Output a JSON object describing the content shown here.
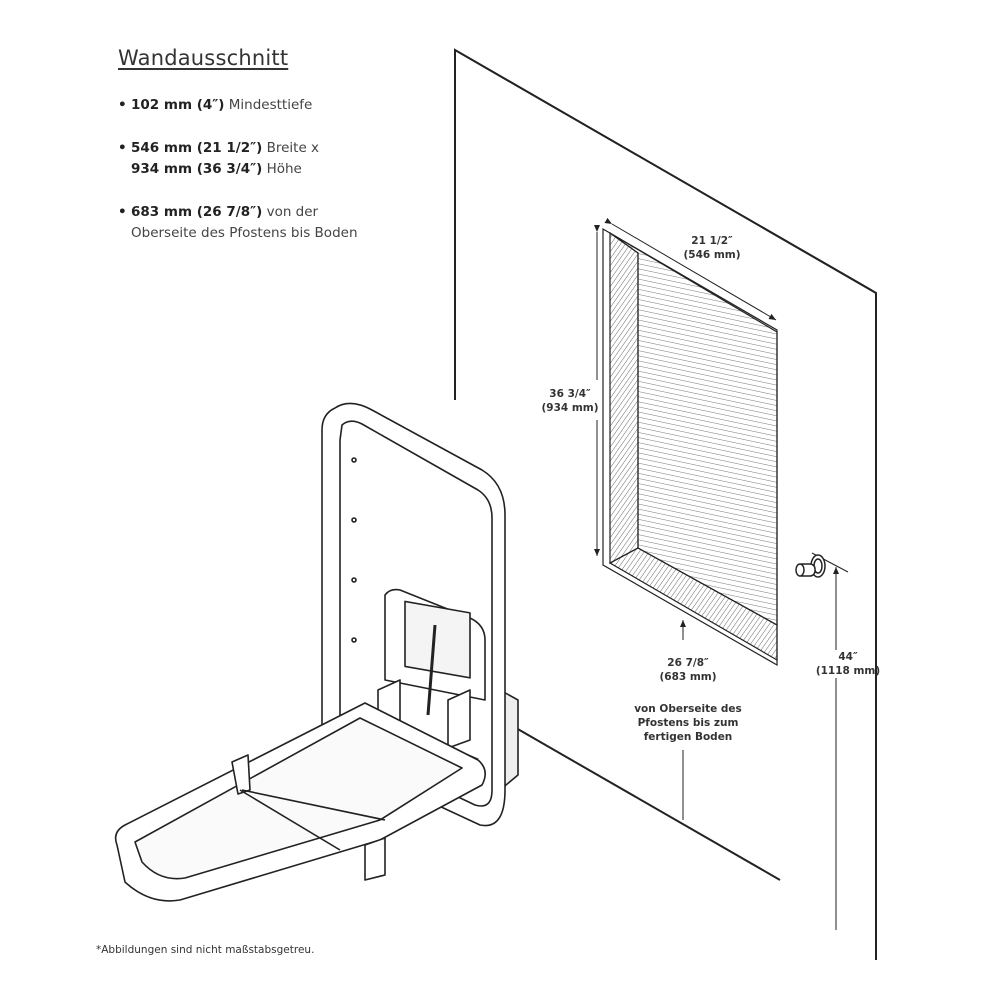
{
  "heading": "Wandausschnitt",
  "specs": [
    {
      "bold": "102 mm (4″)",
      "text": " Mindesttiefe"
    },
    {
      "bold": "546 mm (21 1/2″)",
      "text": " Breite x",
      "bold2": "934 mm (36 3/4″)",
      "text2": " Höhe"
    },
    {
      "bold": "683 mm (26 7/8″)",
      "text": " von der Oberseite des Pfostens bis Boden"
    }
  ],
  "dimensions": {
    "width_in": "21 1/2″",
    "width_mm": "(546 mm)",
    "height_in": "36 3/4″",
    "height_mm": "(934 mm)",
    "post_in": "26 7/8″",
    "post_mm": "(683 mm)",
    "post_note": [
      "von Oberseite des",
      "Pfostens bis zum",
      "fertigen Boden"
    ],
    "hook_in": "44″",
    "hook_mm": "(1118 mm)"
  },
  "footnote": "*Abbildungen sind nicht maßstabsgetreu."
}
